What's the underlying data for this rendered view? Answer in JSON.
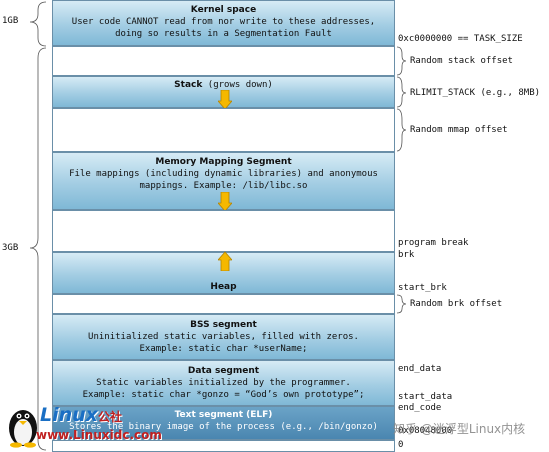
{
  "sizes": {
    "kernel": "1GB",
    "user": "3GB"
  },
  "segments": {
    "kernel": {
      "title": "Kernel space",
      "desc": [
        "User code CANNOT read from nor write to these addresses,",
        "doing so results in a Segmentation Fault"
      ]
    },
    "stack": {
      "title": "Stack",
      "note": " (grows down)"
    },
    "mmap": {
      "title": "Memory Mapping Segment",
      "desc": [
        "File mappings (including dynamic libraries) and anonymous",
        "mappings. Example: /lib/libc.so"
      ]
    },
    "heap": {
      "title": "Heap"
    },
    "bss": {
      "title": "BSS segment",
      "desc": [
        "Uninitialized static variables, filled with zeros.",
        "Example: static char *userName;"
      ]
    },
    "data": {
      "title": "Data segment",
      "desc": [
        "Static variables initialized by the programmer.",
        "Example: static char *gonzo = “God’s own prototype”;"
      ]
    },
    "text": {
      "title": "Text segment (ELF)",
      "desc": [
        "Stores the binary image of the process (e.g., /bin/gonzo)"
      ]
    }
  },
  "labels": {
    "task_size": "0xc0000000 == TASK_SIZE",
    "rand_stack": "Random stack offset",
    "rlimit": "RLIMIT_STACK (e.g., 8MB)",
    "rand_mmap": "Random mmap offset",
    "program_break": "program break",
    "brk": "brk",
    "start_brk": "start_brk",
    "rand_brk": "Random brk offset",
    "end_data": "end_data",
    "start_data": "start_data",
    "end_code": "end_code",
    "text_start": "0x08048000",
    "zero": "0"
  },
  "watermark": {
    "brand": "Linux",
    "brand_cn": "公社",
    "url": "www.Linuxidc.com",
    "zhihu": "知乎 @迷浮型Linux内核"
  },
  "colors": {
    "segment_blue": "#a3cde3",
    "arrow": "#f5b800",
    "border": "#6a8fa8"
  }
}
